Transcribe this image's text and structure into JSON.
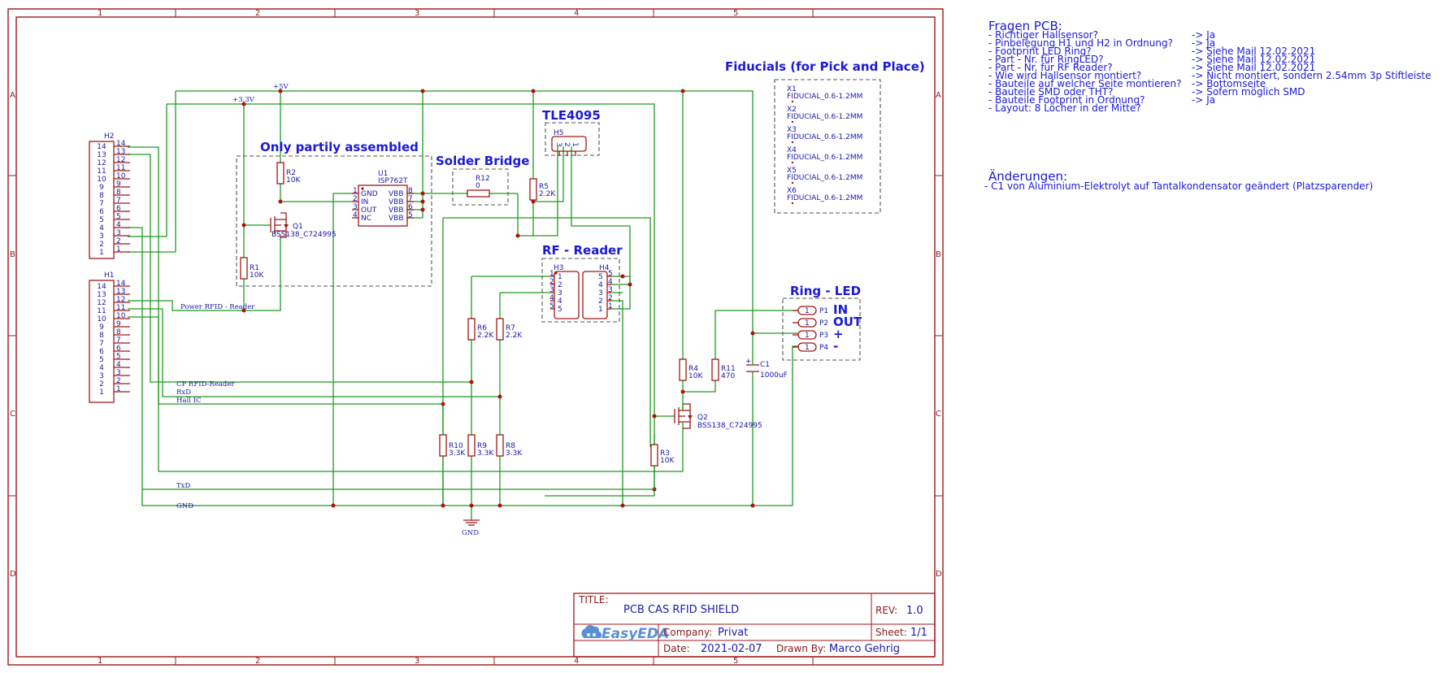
{
  "schematic": {
    "titles": {
      "fiducials": "Fiducials (for Pick and Place)",
      "partial": "Only partily assembled",
      "solder": "Solder Bridge",
      "tle": "TLE4095",
      "rf": "RF - Reader",
      "ring": "Ring - LED"
    },
    "frame_columns": [
      "1",
      "2",
      "3",
      "4",
      "5"
    ],
    "frame_rows": [
      "A",
      "B",
      "C",
      "D"
    ],
    "nets": {
      "p5v": "+5V",
      "p33v": "+3.3V",
      "power_rfid": "Power RFID - Reader",
      "cp_rfid": "CP RFID-Reader",
      "rxd": "RxD",
      "hall": "Hall IC",
      "txd": "TxD",
      "gnd": "GND",
      "gnd_symbol": "GND"
    },
    "connectors": {
      "h2": "H2",
      "h1": "H1",
      "h3": "H3",
      "h4": "H4",
      "h5": "H5",
      "pins14": [
        "14",
        "13",
        "12",
        "11",
        "10",
        "9",
        "8",
        "7",
        "6",
        "5",
        "4",
        "3",
        "2",
        "1"
      ],
      "pins5": [
        "1",
        "2",
        "3",
        "4",
        "5"
      ],
      "pins5r": [
        "5",
        "4",
        "3",
        "2",
        "1"
      ],
      "pins3": [
        "3",
        "2",
        "1"
      ]
    },
    "u1": {
      "ref": "U1",
      "part": "ISP762T",
      "left": [
        "GND",
        "IN",
        "OUT",
        "NC"
      ],
      "right": [
        "VBB",
        "VBB",
        "VBB",
        "VBB"
      ],
      "left_nums": [
        "1",
        "2",
        "3",
        "4"
      ],
      "right_nums": [
        "8",
        "7",
        "6",
        "5"
      ]
    },
    "resistors": {
      "r1": {
        "ref": "R1",
        "val": "10K"
      },
      "r2": {
        "ref": "R2",
        "val": "10K"
      },
      "r3": {
        "ref": "R3",
        "val": "10K"
      },
      "r4": {
        "ref": "R4",
        "val": "10K"
      },
      "r5": {
        "ref": "R5",
        "val": "2.2K"
      },
      "r6": {
        "ref": "R6",
        "val": "2.2K"
      },
      "r7": {
        "ref": "R7",
        "val": "2.2K"
      },
      "r8": {
        "ref": "R8",
        "val": "3.3K"
      },
      "r9": {
        "ref": "R9",
        "val": "3.3K"
      },
      "r10": {
        "ref": "R10",
        "val": "3.3K"
      },
      "r11": {
        "ref": "R11",
        "val": "470"
      },
      "r12": {
        "ref": "R12",
        "val": "0"
      }
    },
    "transistors": {
      "q1": {
        "ref": "Q1",
        "part": "BSS138_C724995"
      },
      "q2": {
        "ref": "Q2",
        "part": "BSS138_C724995"
      }
    },
    "capacitor": {
      "ref": "C1",
      "val": "1000uF"
    },
    "ring_pins": [
      {
        "num": "1",
        "ref": "P1",
        "label": "IN"
      },
      {
        "num": "1",
        "ref": "P2",
        "label": "OUT"
      },
      {
        "num": "1",
        "ref": "P3",
        "label": "+"
      },
      {
        "num": "1",
        "ref": "P4",
        "label": "-"
      }
    ],
    "fiducials": [
      {
        "ref": "X1",
        "part": "FIDUCIAL_0.6-1.2MM"
      },
      {
        "ref": "X2",
        "part": "FIDUCIAL_0.6-1.2MM"
      },
      {
        "ref": "X3",
        "part": "FIDUCIAL_0.6-1.2MM"
      },
      {
        "ref": "X4",
        "part": "FIDUCIAL_0.6-1.2MM"
      },
      {
        "ref": "X5",
        "part": "FIDUCIAL_0.6-1.2MM"
      },
      {
        "ref": "X6",
        "part": "FIDUCIAL_0.6-1.2MM"
      }
    ]
  },
  "titleblock": {
    "title_label": "TITLE:",
    "title": "PCB CAS RFID SHIELD",
    "rev_label": "REV:",
    "rev": "1.0",
    "company_label": "Company:",
    "company": "Privat",
    "sheet_label": "Sheet:",
    "sheet": "1/1",
    "date_label": "Date:",
    "date": "2021-02-07",
    "drawn_label": "Drawn By:",
    "drawn": "Marco Gehrig",
    "logo": "EasyEDA"
  },
  "notes": {
    "heading": "Fragen PCB:",
    "questions": [
      "- Richtiger Hallsensor?",
      "- Pinbelegung H1 und H2 in Ordnung?",
      "- Footprint LED Ring?",
      "- Part - Nr. für RingLED?",
      "- Part - Nr. für RF Reader?",
      "- Wie wird Hallsensor montiert?",
      "- Bauteile auf welcher Seite montieren?",
      "- Bauteile SMD oder THT?",
      "- Bauteile Footprint in Ordnung?",
      "- Layout: 8 Löcher in der Mitte?"
    ],
    "answers": [
      "-> Ja",
      "-> Ja",
      "-> Siehe Mail 12.02.2021",
      "-> Siehe Mail 12.02.2021",
      "-> Siehe Mail 12.02.2021",
      "-> Nicht montiert, sondern 2.54mm 3p Stiftleiste",
      "-> Bottomseite",
      "-> Sofern möglich SMD",
      "-> Ja",
      ""
    ],
    "changes_heading": "Änderungen:",
    "changes": [
      "- C1 von Aluminium-Elektrolyt auf Tantalkondensator geändert (Platzsparender)"
    ]
  }
}
